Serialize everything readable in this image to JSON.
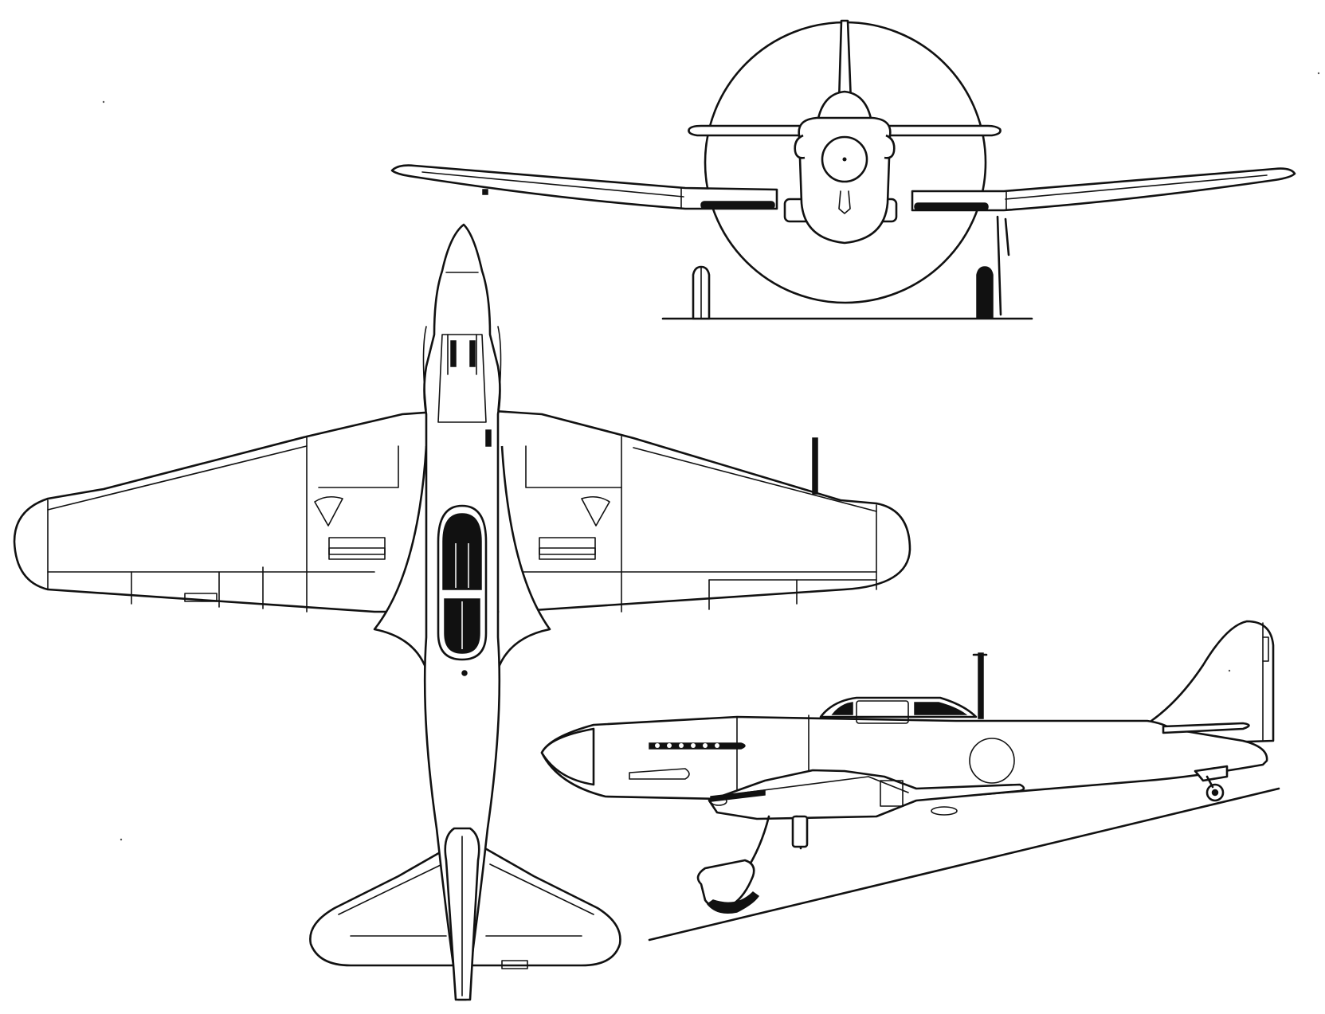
{
  "figure": {
    "views": [
      "top-view",
      "front-view",
      "side-view"
    ],
    "line_color": "#111111",
    "background_color": "#ffffff"
  }
}
